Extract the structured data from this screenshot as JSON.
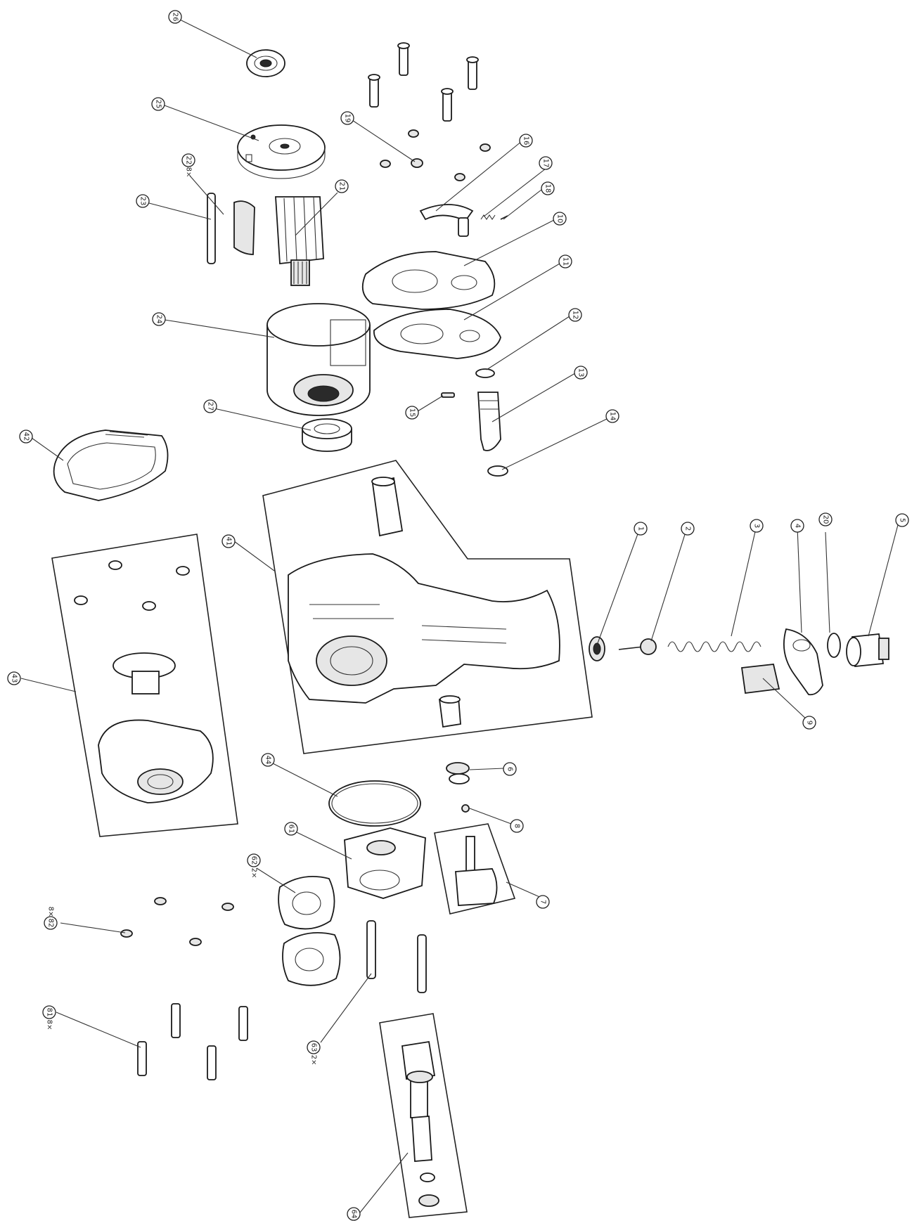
{
  "diagram": {
    "callouts": [
      {
        "id": "c26",
        "label": "26"
      },
      {
        "id": "c25",
        "label": "25"
      },
      {
        "id": "c22",
        "label": "22",
        "qty": "8×"
      },
      {
        "id": "c23",
        "label": "23"
      },
      {
        "id": "c21",
        "label": "21"
      },
      {
        "id": "c19",
        "label": "19"
      },
      {
        "id": "c16",
        "label": "16"
      },
      {
        "id": "c17",
        "label": "17"
      },
      {
        "id": "c18",
        "label": "18"
      },
      {
        "id": "c10",
        "label": "10"
      },
      {
        "id": "c11",
        "label": "11"
      },
      {
        "id": "c24",
        "label": "24"
      },
      {
        "id": "c12",
        "label": "12"
      },
      {
        "id": "c13",
        "label": "13"
      },
      {
        "id": "c15",
        "label": "15"
      },
      {
        "id": "c27",
        "label": "27"
      },
      {
        "id": "c14",
        "label": "14"
      },
      {
        "id": "c42",
        "label": "42"
      },
      {
        "id": "c41",
        "label": "41"
      },
      {
        "id": "c1",
        "label": "1"
      },
      {
        "id": "c2",
        "label": "2"
      },
      {
        "id": "c3",
        "label": "3"
      },
      {
        "id": "c4",
        "label": "4"
      },
      {
        "id": "c20",
        "label": "20"
      },
      {
        "id": "c5",
        "label": "5"
      },
      {
        "id": "c43",
        "label": "43"
      },
      {
        "id": "c9",
        "label": "9"
      },
      {
        "id": "c44",
        "label": "44"
      },
      {
        "id": "c6",
        "label": "6"
      },
      {
        "id": "c8",
        "label": "8"
      },
      {
        "id": "c61",
        "label": "61"
      },
      {
        "id": "c7",
        "label": "7"
      },
      {
        "id": "c62",
        "label": "62",
        "qty": "2×"
      },
      {
        "id": "c82",
        "label": "82",
        "qty": "8×"
      },
      {
        "id": "c63",
        "label": "63",
        "qty": "2×"
      },
      {
        "id": "c81",
        "label": "81",
        "qty": "8×"
      },
      {
        "id": "c64",
        "label": "64"
      }
    ]
  }
}
